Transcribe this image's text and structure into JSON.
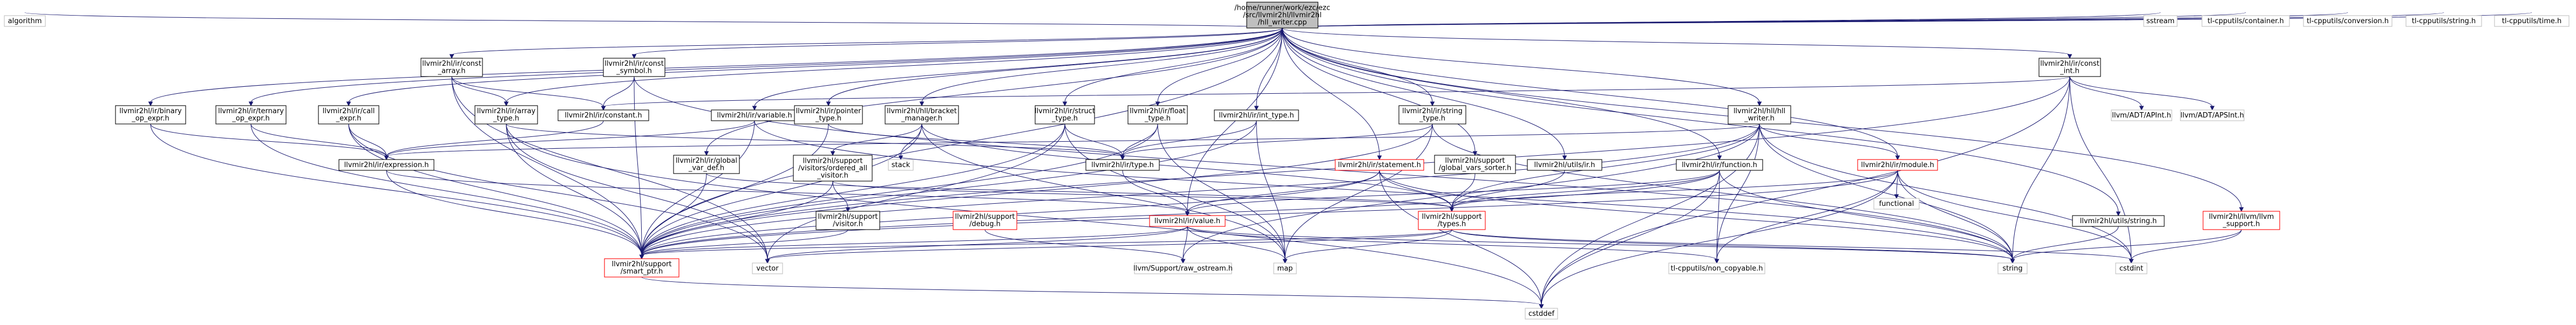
{
  "colors": {
    "edge": "#191970",
    "root_fill": "#bfbfbf",
    "node_fill": "#ffffff",
    "node_border_black": "#000000",
    "node_border_red": "#ff0000",
    "node_border_gray": "#bfbfbf",
    "text": "#000000"
  },
  "nodes": {
    "root": {
      "lines": [
        "/home/runner/work/ezc/ezc",
        "/src/llvmir2hl/llvmir2hl",
        "/hll_writer.cpp"
      ],
      "kind": "root"
    },
    "algorithm": {
      "lines": [
        "algorithm"
      ],
      "kind": "gray"
    },
    "const_array": {
      "lines": [
        "llvmir2hl/ir/const",
        "_array.h"
      ],
      "kind": "black"
    },
    "const_symbol": {
      "lines": [
        "llvmir2hl/ir/const",
        "_symbol.h"
      ],
      "kind": "black"
    },
    "const_int": {
      "lines": [
        "llvmir2hl/ir/const",
        "_int.h"
      ],
      "kind": "black"
    },
    "sstream": {
      "lines": [
        "sstream"
      ],
      "kind": "gray"
    },
    "tl_container": {
      "lines": [
        "tl-cpputils/container.h"
      ],
      "kind": "gray"
    },
    "tl_conversion": {
      "lines": [
        "tl-cpputils/conversion.h"
      ],
      "kind": "gray"
    },
    "tl_string": {
      "lines": [
        "tl-cpputils/string.h"
      ],
      "kind": "gray"
    },
    "tl_time": {
      "lines": [
        "tl-cpputils/time.h"
      ],
      "kind": "gray"
    },
    "binary_op": {
      "lines": [
        "llvmir2hl/ir/binary",
        "_op_expr.h"
      ],
      "kind": "black"
    },
    "ternary_op": {
      "lines": [
        "llvmir2hl/ir/ternary",
        "_op_expr.h"
      ],
      "kind": "black"
    },
    "call_expr": {
      "lines": [
        "llvmir2hl/ir/call",
        "_expr.h"
      ],
      "kind": "black"
    },
    "array_type": {
      "lines": [
        "llvmir2hl/ir/array",
        "_type.h"
      ],
      "kind": "black"
    },
    "constant": {
      "lines": [
        "llvmir2hl/ir/constant.h"
      ],
      "kind": "black"
    },
    "variable": {
      "lines": [
        "llvmir2hl/ir/variable.h"
      ],
      "kind": "black"
    },
    "pointer_type": {
      "lines": [
        "llvmir2hl/ir/pointer",
        "_type.h"
      ],
      "kind": "black"
    },
    "bracket_mgr": {
      "lines": [
        "llvmir2hl/hll/bracket",
        "_manager.h"
      ],
      "kind": "black"
    },
    "struct_type": {
      "lines": [
        "llvmir2hl/ir/struct",
        "_type.h"
      ],
      "kind": "black"
    },
    "float_type": {
      "lines": [
        "llvmir2hl/ir/float",
        "_type.h"
      ],
      "kind": "black"
    },
    "int_type": {
      "lines": [
        "llvmir2hl/ir/int_type.h"
      ],
      "kind": "black"
    },
    "string_type": {
      "lines": [
        "llvmir2hl/ir/string",
        "_type.h"
      ],
      "kind": "black"
    },
    "hll_writer": {
      "lines": [
        "llvmir2hl/hll/hll",
        "_writer.h"
      ],
      "kind": "black"
    },
    "apint": {
      "lines": [
        "llvm/ADT/APInt.h"
      ],
      "kind": "gray"
    },
    "apsint": {
      "lines": [
        "llvm/ADT/APSInt.h"
      ],
      "kind": "gray"
    },
    "expression": {
      "lines": [
        "llvmir2hl/ir/expression.h"
      ],
      "kind": "black"
    },
    "stack": {
      "lines": [
        "stack"
      ],
      "kind": "gray"
    },
    "global_var": {
      "lines": [
        "llvmir2hl/ir/global",
        "_var_def.h"
      ],
      "kind": "black"
    },
    "ordered_all": {
      "lines": [
        "llvmir2hl/support",
        "/visitors/ordered_all",
        "_visitor.h"
      ],
      "kind": "black"
    },
    "type_h": {
      "lines": [
        "llvmir2hl/ir/type.h"
      ],
      "kind": "black"
    },
    "statement": {
      "lines": [
        "llvmir2hl/ir/statement.h"
      ],
      "kind": "red"
    },
    "gvars_sorter": {
      "lines": [
        "llvmir2hl/support",
        "/global_vars_sorter.h"
      ],
      "kind": "black"
    },
    "utils_ir": {
      "lines": [
        "llvmir2hl/utils/ir.h"
      ],
      "kind": "black"
    },
    "function": {
      "lines": [
        "llvmir2hl/ir/function.h"
      ],
      "kind": "black"
    },
    "module": {
      "lines": [
        "llvmir2hl/ir/module.h"
      ],
      "kind": "red"
    },
    "functional": {
      "lines": [
        "functional"
      ],
      "kind": "gray"
    },
    "utils_string": {
      "lines": [
        "llvmir2hl/utils/string.h"
      ],
      "kind": "black"
    },
    "llvm_support": {
      "lines": [
        "llvmir2hl/llvm/llvm",
        "_support.h"
      ],
      "kind": "red"
    },
    "visitor": {
      "lines": [
        "llvmir2hl/support",
        "/visitor.h"
      ],
      "kind": "black"
    },
    "debug": {
      "lines": [
        "llvmir2hl/support",
        "/debug.h"
      ],
      "kind": "red"
    },
    "value": {
      "lines": [
        "llvmir2hl/ir/value.h"
      ],
      "kind": "red"
    },
    "sup_types": {
      "lines": [
        "llvmir2hl/support",
        "/types.h"
      ],
      "kind": "red"
    },
    "smart_ptr": {
      "lines": [
        "llvmir2hl/support",
        "/smart_ptr.h"
      ],
      "kind": "red"
    },
    "vector": {
      "lines": [
        "vector"
      ],
      "kind": "gray"
    },
    "raw_ostream": {
      "lines": [
        "llvm/Support/raw_ostream.h"
      ],
      "kind": "gray"
    },
    "map": {
      "lines": [
        "map"
      ],
      "kind": "gray"
    },
    "non_copyable": {
      "lines": [
        "tl-cpputils/non_copyable.h"
      ],
      "kind": "gray"
    },
    "string": {
      "lines": [
        "string"
      ],
      "kind": "gray"
    },
    "cstdint": {
      "lines": [
        "cstdint"
      ],
      "kind": "gray"
    },
    "cstddef": {
      "lines": [
        "cstddef"
      ],
      "kind": "gray"
    }
  },
  "edges": [
    [
      "root",
      "algorithm"
    ],
    [
      "root",
      "const_array"
    ],
    [
      "root",
      "const_symbol"
    ],
    [
      "root",
      "const_int"
    ],
    [
      "root",
      "sstream"
    ],
    [
      "root",
      "tl_container"
    ],
    [
      "root",
      "tl_conversion"
    ],
    [
      "root",
      "tl_string"
    ],
    [
      "root",
      "tl_time"
    ],
    [
      "root",
      "binary_op"
    ],
    [
      "root",
      "ternary_op"
    ],
    [
      "root",
      "call_expr"
    ],
    [
      "root",
      "array_type"
    ],
    [
      "root",
      "variable"
    ],
    [
      "root",
      "pointer_type"
    ],
    [
      "root",
      "bracket_mgr"
    ],
    [
      "root",
      "struct_type"
    ],
    [
      "root",
      "float_type"
    ],
    [
      "root",
      "int_type"
    ],
    [
      "root",
      "string_type"
    ],
    [
      "root",
      "hll_writer"
    ],
    [
      "root",
      "statement"
    ],
    [
      "root",
      "gvars_sorter"
    ],
    [
      "root",
      "utils_ir"
    ],
    [
      "root",
      "function"
    ],
    [
      "root",
      "module"
    ],
    [
      "root",
      "utils_string"
    ],
    [
      "root",
      "llvm_support"
    ],
    [
      "root",
      "global_var"
    ],
    [
      "root",
      "value"
    ],
    [
      "root",
      "smart_ptr"
    ],
    [
      "const_array",
      "constant"
    ],
    [
      "const_array",
      "array_type"
    ],
    [
      "const_array",
      "smart_ptr"
    ],
    [
      "const_array",
      "vector"
    ],
    [
      "const_symbol",
      "constant"
    ],
    [
      "const_symbol",
      "smart_ptr"
    ],
    [
      "const_symbol",
      "string"
    ],
    [
      "const_int",
      "apint"
    ],
    [
      "const_int",
      "apsint"
    ],
    [
      "const_int",
      "constant"
    ],
    [
      "const_int",
      "smart_ptr"
    ],
    [
      "const_int",
      "string"
    ],
    [
      "const_int",
      "cstdint"
    ],
    [
      "const_int",
      "cstddef"
    ],
    [
      "binary_op",
      "expression"
    ],
    [
      "binary_op",
      "smart_ptr"
    ],
    [
      "ternary_op",
      "expression"
    ],
    [
      "ternary_op",
      "smart_ptr"
    ],
    [
      "call_expr",
      "expression"
    ],
    [
      "call_expr",
      "smart_ptr"
    ],
    [
      "call_expr",
      "vector"
    ],
    [
      "array_type",
      "type_h"
    ],
    [
      "array_type",
      "smart_ptr"
    ],
    [
      "array_type",
      "vector"
    ],
    [
      "array_type",
      "cstddef"
    ],
    [
      "constant",
      "expression"
    ],
    [
      "variable",
      "expression"
    ],
    [
      "variable",
      "smart_ptr"
    ],
    [
      "variable",
      "string"
    ],
    [
      "pointer_type",
      "type_h"
    ],
    [
      "pointer_type",
      "smart_ptr"
    ],
    [
      "bracket_mgr",
      "stack"
    ],
    [
      "bracket_mgr",
      "ordered_all"
    ],
    [
      "bracket_mgr",
      "smart_ptr"
    ],
    [
      "bracket_mgr",
      "sup_types"
    ],
    [
      "bracket_mgr",
      "map"
    ],
    [
      "struct_type",
      "type_h"
    ],
    [
      "struct_type",
      "smart_ptr"
    ],
    [
      "struct_type",
      "vector"
    ],
    [
      "struct_type",
      "map"
    ],
    [
      "float_type",
      "type_h"
    ],
    [
      "float_type",
      "smart_ptr"
    ],
    [
      "float_type",
      "map"
    ],
    [
      "int_type",
      "type_h"
    ],
    [
      "int_type",
      "smart_ptr"
    ],
    [
      "int_type",
      "map"
    ],
    [
      "string_type",
      "type_h"
    ],
    [
      "string_type",
      "smart_ptr"
    ],
    [
      "string_type",
      "map"
    ],
    [
      "string_type",
      "string"
    ],
    [
      "hll_writer",
      "expression"
    ],
    [
      "hll_writer",
      "smart_ptr"
    ],
    [
      "hll_writer",
      "sup_types"
    ],
    [
      "hll_writer",
      "module"
    ],
    [
      "hll_writer",
      "string"
    ],
    [
      "hll_writer",
      "raw_ostream"
    ],
    [
      "hll_writer",
      "non_copyable"
    ],
    [
      "hll_writer",
      "cstddef"
    ],
    [
      "hll_writer",
      "cstdint"
    ],
    [
      "expression",
      "value"
    ],
    [
      "expression",
      "smart_ptr"
    ],
    [
      "global_var",
      "smart_ptr"
    ],
    [
      "global_var",
      "sup_types"
    ],
    [
      "ordered_all",
      "visitor"
    ],
    [
      "ordered_all",
      "smart_ptr"
    ],
    [
      "ordered_all",
      "sup_types"
    ],
    [
      "type_h",
      "value"
    ],
    [
      "statement",
      "value"
    ],
    [
      "statement",
      "smart_ptr"
    ],
    [
      "statement",
      "sup_types"
    ],
    [
      "statement",
      "cstddef"
    ],
    [
      "statement",
      "string"
    ],
    [
      "gvars_sorter",
      "sup_types"
    ],
    [
      "utils_ir",
      "sup_types"
    ],
    [
      "function",
      "value"
    ],
    [
      "function",
      "sup_types"
    ],
    [
      "function",
      "smart_ptr"
    ],
    [
      "function",
      "string"
    ],
    [
      "function",
      "non_copyable"
    ],
    [
      "function",
      "cstddef"
    ],
    [
      "module",
      "functional"
    ],
    [
      "module",
      "sup_types"
    ],
    [
      "module",
      "smart_ptr"
    ],
    [
      "module",
      "string"
    ],
    [
      "module",
      "non_copyable"
    ],
    [
      "module",
      "cstddef"
    ],
    [
      "module",
      "cstdint"
    ],
    [
      "utils_string",
      "string"
    ],
    [
      "llvm_support",
      "string"
    ],
    [
      "llvm_support",
      "cstdint"
    ],
    [
      "visitor",
      "smart_ptr"
    ],
    [
      "debug",
      "raw_ostream"
    ],
    [
      "value",
      "smart_ptr"
    ],
    [
      "value",
      "vector"
    ],
    [
      "value",
      "raw_ostream"
    ],
    [
      "value",
      "map"
    ],
    [
      "value",
      "non_copyable"
    ],
    [
      "value",
      "string"
    ],
    [
      "sup_types",
      "map"
    ],
    [
      "sup_types",
      "vector"
    ],
    [
      "sup_types",
      "smart_ptr"
    ],
    [
      "sup_types",
      "string"
    ],
    [
      "sup_types",
      "cstdint"
    ],
    [
      "smart_ptr",
      "cstddef"
    ]
  ]
}
